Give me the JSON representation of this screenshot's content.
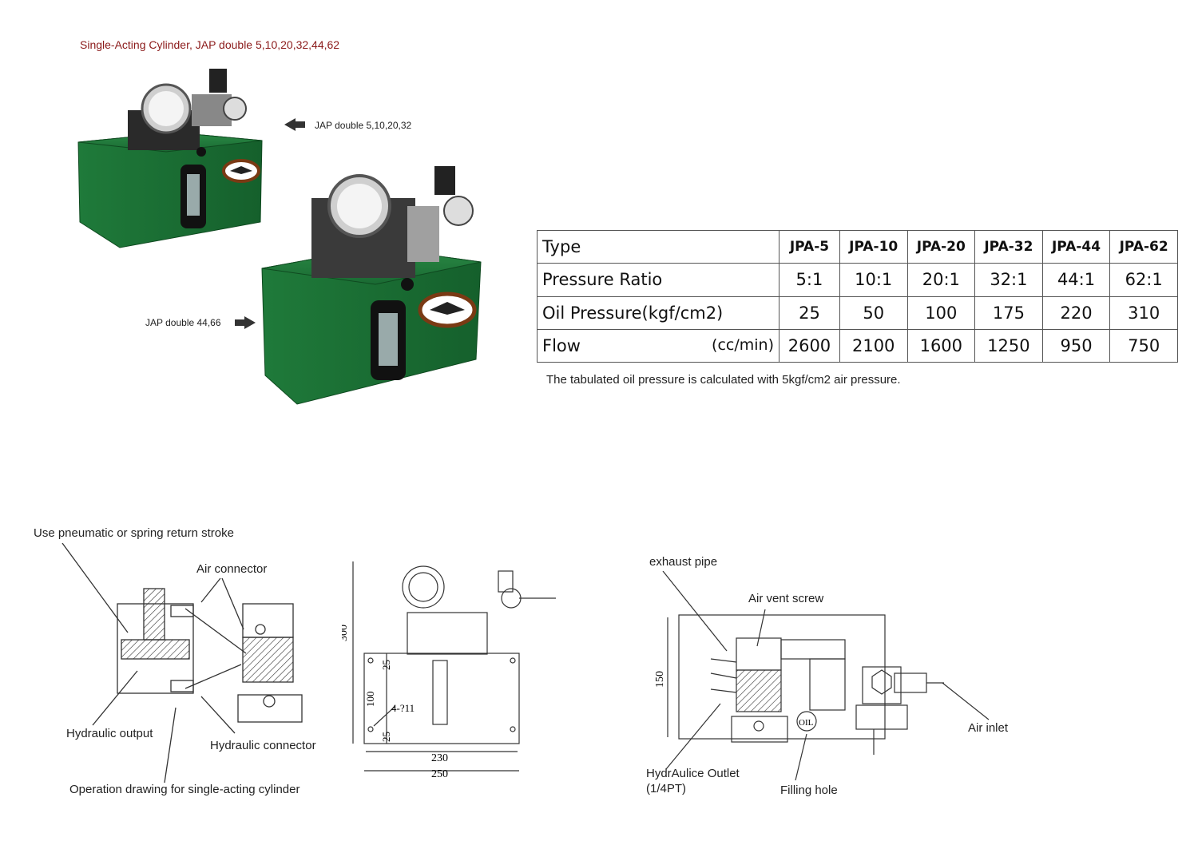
{
  "heading": "Single-Acting Cylinder,   JAP double 5,10,20,32,44,62",
  "product_labels": {
    "upper": "JAP double 5,10,20,32",
    "lower": "JAP double 44,66"
  },
  "colors": {
    "body_green": "#1f7a3a",
    "heading_red": "#8b1a1a"
  },
  "spec_table": {
    "header": [
      "Type",
      "JPA-5",
      "JPA-10",
      "JPA-20",
      "JPA-32",
      "JPA-44",
      "JPA-62"
    ],
    "rows": [
      {
        "label": "Pressure Ratio",
        "unit": "",
        "values": [
          "5:1",
          "10:1",
          "20:1",
          "32:1",
          "44:1",
          "62:1"
        ]
      },
      {
        "label": "Oil Pressure(kgf/cm2)",
        "unit": "",
        "values": [
          "25",
          "50",
          "100",
          "175",
          "220",
          "310"
        ]
      },
      {
        "label": "Flow",
        "unit": "(cc/min)",
        "values": [
          "2600",
          "2100",
          "1600",
          "1250",
          "950",
          "750"
        ]
      }
    ]
  },
  "table_note": "The tabulated oil pressure is calculated with 5kgf/cm2 air pressure.",
  "operation_drawing": {
    "return_stroke": "Use pneumatic or spring return stroke",
    "air_connector": "Air connector",
    "hydraulic_output": "Hydraulic output",
    "hydraulic_connector": "Hydraulic connector",
    "caption": "Operation drawing for single-acting cylinder"
  },
  "dimension_drawing": {
    "height": "300",
    "top_offset": "25",
    "hole_spacing": "100",
    "holes": "4-?11",
    "bottom_offset": "25",
    "inner_width": "230",
    "outer_width": "250"
  },
  "side_drawing": {
    "exhaust_pipe": "exhaust pipe",
    "air_vent_screw": "Air vent screw",
    "height": "150",
    "air_inlet": "Air inlet",
    "hydraulic_outlet": "HydrAulice Outlet",
    "outlet_thread": "(1/4PT)",
    "filling_hole": "Filling hole",
    "oil_mark": "OIL"
  }
}
